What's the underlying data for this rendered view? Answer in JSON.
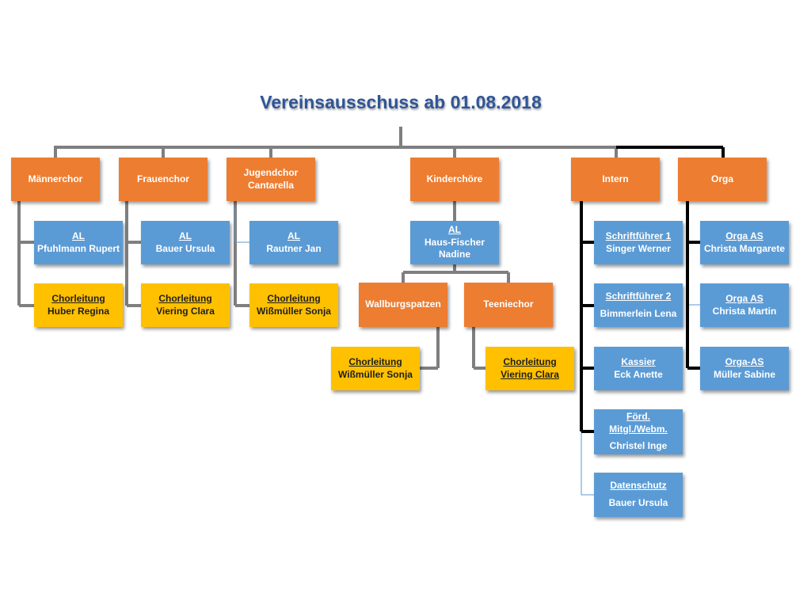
{
  "title": "Vereinsausschuss ab 01.08.2018",
  "columns": {
    "maennerchor": {
      "header": "Männerchor",
      "al": {
        "role": "AL",
        "name": "Pfuhlmann Rupert"
      },
      "chorleitung": {
        "role": "Chorleitung",
        "name": "Huber Regina"
      }
    },
    "frauenchor": {
      "header": "Frauenchor",
      "al": {
        "role": "AL",
        "name": "Bauer Ursula"
      },
      "chorleitung": {
        "role": "Chorleitung",
        "name": "Viering Clara"
      }
    },
    "jugendchor": {
      "header_line1": "Jugendchor",
      "header_line2": "Cantarella",
      "al": {
        "role": "AL",
        "name": "Rautner Jan"
      },
      "chorleitung": {
        "role": "Chorleitung",
        "name": "Wißmüller Sonja"
      }
    },
    "kinderchoere": {
      "header": "Kinderchöre",
      "al": {
        "role": "AL",
        "name_line1": "Haus-Fischer",
        "name_line2": "Nadine"
      },
      "wallburgspatzen": {
        "header": "Wallburgspatzen",
        "chorleitung": {
          "role": "Chorleitung",
          "name": "Wißmüller Sonja"
        }
      },
      "teeniechor": {
        "header": "Teeniechor",
        "chorleitung": {
          "role": "Chorleitung",
          "name": "Viering Clara"
        }
      }
    },
    "intern": {
      "header": "Intern",
      "schriftfuehrer1": {
        "role": "Schriftführer 1",
        "name": "Singer Werner"
      },
      "schriftfuehrer2": {
        "role": "Schriftführer 2",
        "name": "Bimmerlein Lena"
      },
      "kassier": {
        "role": "Kassier",
        "name": "Eck Anette"
      },
      "foerd": {
        "role_line1": "Förd.",
        "role_line2": "Mitgl./Webm.",
        "name": "Christel Inge"
      },
      "datenschutz": {
        "role": "Datenschutz",
        "name": "Bauer Ursula"
      }
    },
    "orga": {
      "header": "Orga",
      "orga1": {
        "role": "Orga AS",
        "name": "Christa Margarete"
      },
      "orga2": {
        "role": "Orga AS",
        "name": "Christa Martin"
      },
      "orga3": {
        "role": "Orga-AS",
        "name": "Müller Sabine"
      }
    }
  },
  "colors": {
    "title": "#2f5597",
    "group": "#ed7d31",
    "al": "#5b9bd5",
    "chorleitung": "#ffc000",
    "connector": "#7f7f7f"
  }
}
